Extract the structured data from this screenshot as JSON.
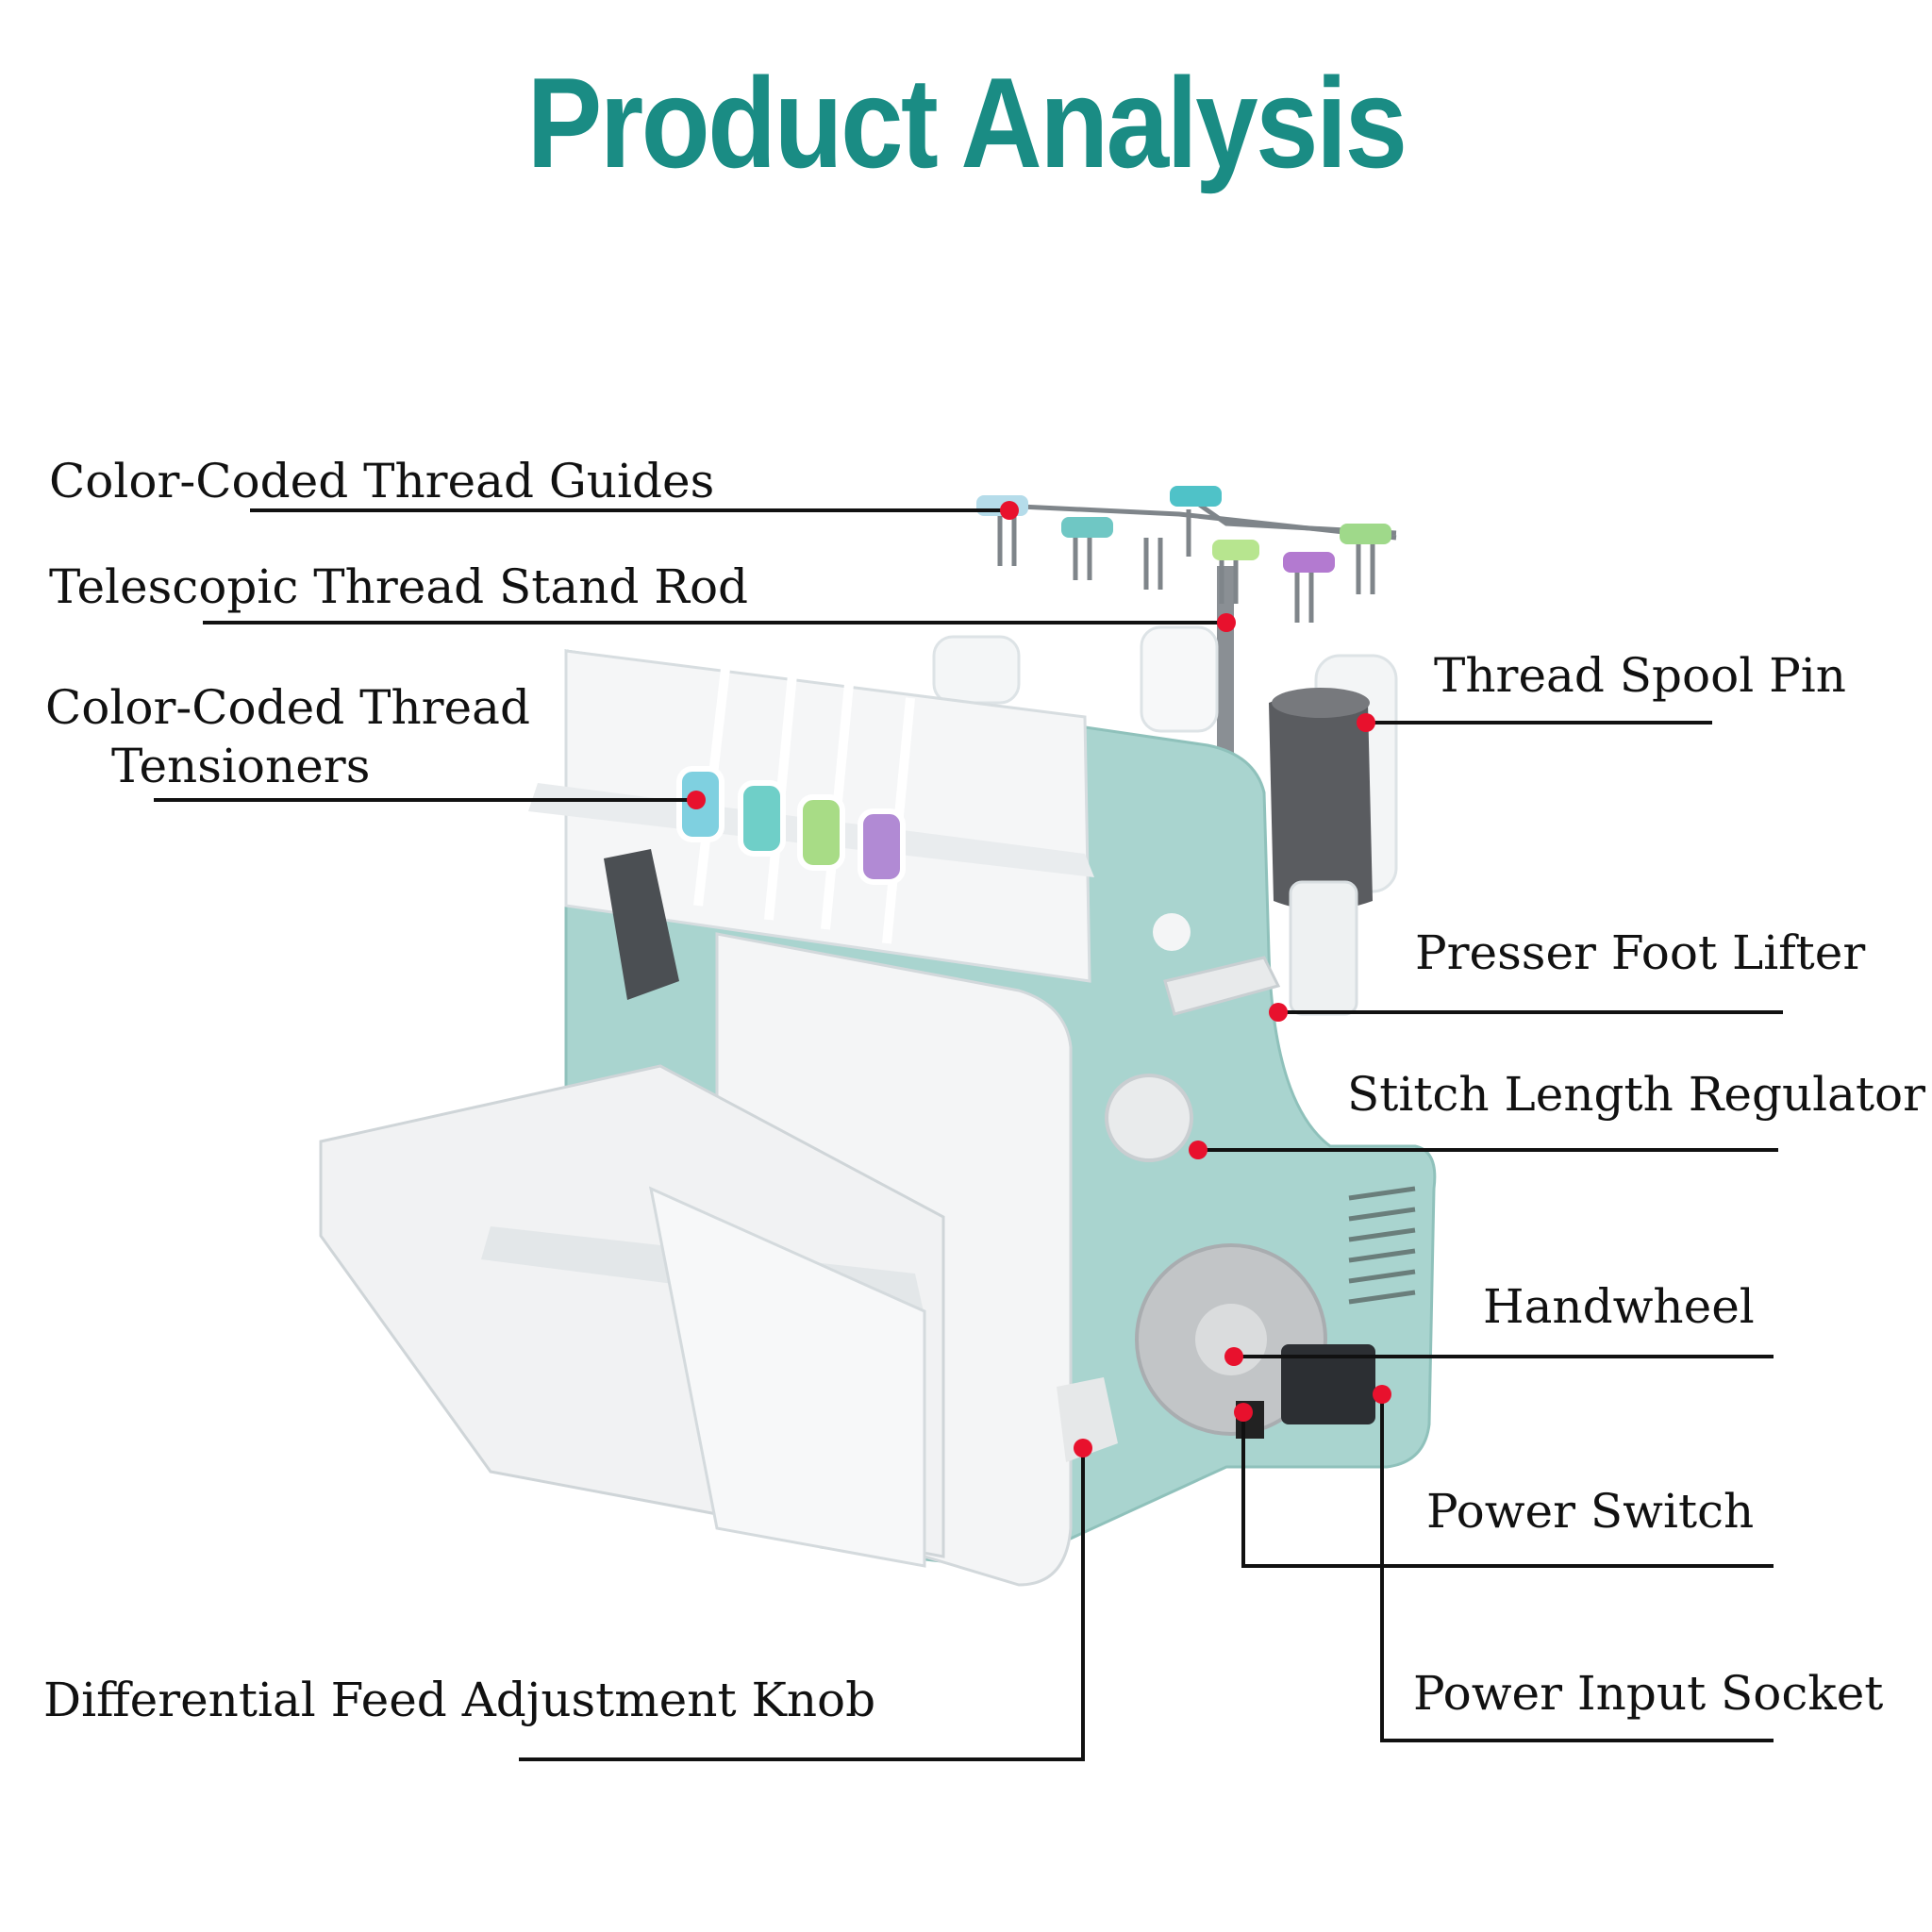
{
  "title": "Product Analysis",
  "labels": {
    "thread_guides": "Color-Coded Thread Guides",
    "stand_rod": "Telescopic Thread Stand Rod",
    "tensioners_line1": "Color-Coded Thread",
    "tensioners_line2": "Tensioners",
    "spool_pin": "Thread Spool Pin",
    "presser_foot": "Presser Foot Lifter",
    "stitch_length": "Stitch Length Regulator",
    "handwheel": "Handwheel",
    "power_switch": "Power Switch",
    "power_socket": "Power Input Socket",
    "diff_feed": "Differential Feed Adjustment Knob"
  },
  "colors": {
    "title": "#1a8c84",
    "body_teal": "#a9d4cf",
    "marker": "#e8112d",
    "leader": "#111111"
  }
}
